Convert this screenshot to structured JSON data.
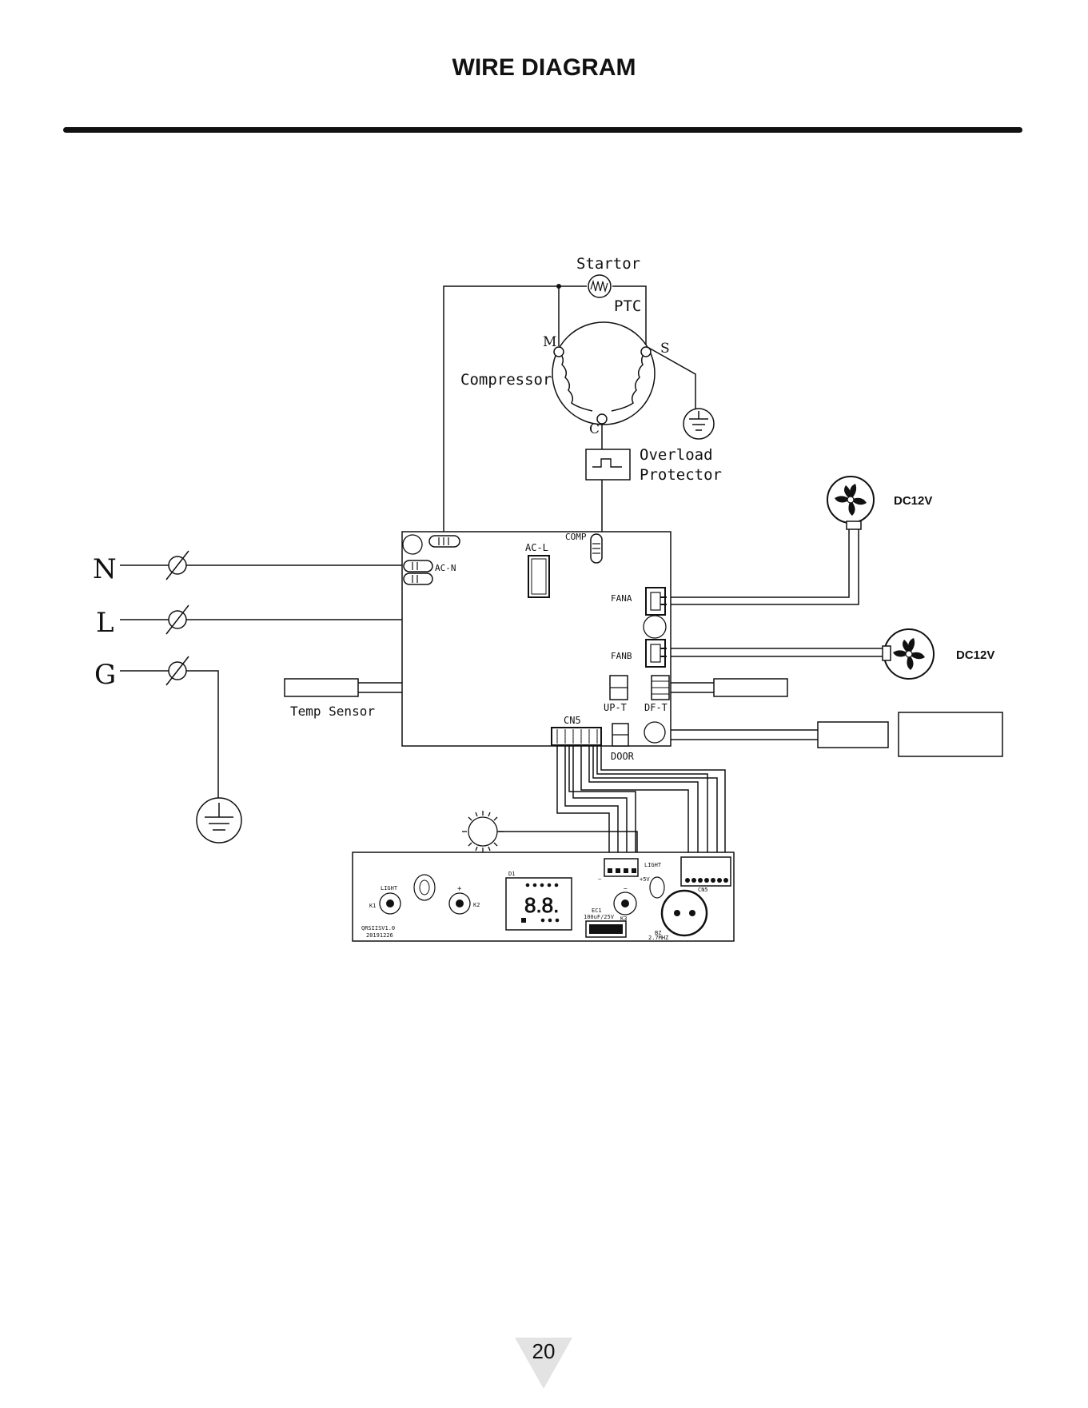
{
  "title": "WIRE DIAGRAM",
  "page_number": "20",
  "compressor": {
    "startor_label": "Startor",
    "ptc_label": "PTC",
    "compressor_label": "Compressor",
    "terminal_m": "M",
    "terminal_s": "S",
    "terminal_c": "C",
    "overload_line1": "Overload",
    "overload_line2": "Protector"
  },
  "mains": {
    "n_label": "N",
    "l_label": "L",
    "g_label": "G"
  },
  "main_board": {
    "ac_n": "AC-N",
    "ac_l": "AC-L",
    "comp": "COMP",
    "fana": "FANA",
    "fanb": "FANB",
    "up_t": "UP-T",
    "df_t": "DF-T",
    "cn5": "CN5",
    "door": "DOOR"
  },
  "fans": {
    "fan_a_voltage": "DC12V",
    "fan_b_voltage": "DC12V"
  },
  "temp_sensor_label": "Temp Sensor",
  "display_board": {
    "light_left": "LIGHT",
    "k1": "K1",
    "k2": "K2",
    "d1": "D1",
    "digits": "8.8.",
    "light_right": "LIGHT",
    "plus5v": "+5V",
    "cn5": "CN5",
    "ec1_line1": "EC1",
    "ec1_line2": "100uF/25V",
    "k3": "K3",
    "bz_line1": "BZ",
    "bz_line2": "2.7MHZ",
    "model_line1": "QRSIISV1.0",
    "model_line2": "20191226"
  }
}
